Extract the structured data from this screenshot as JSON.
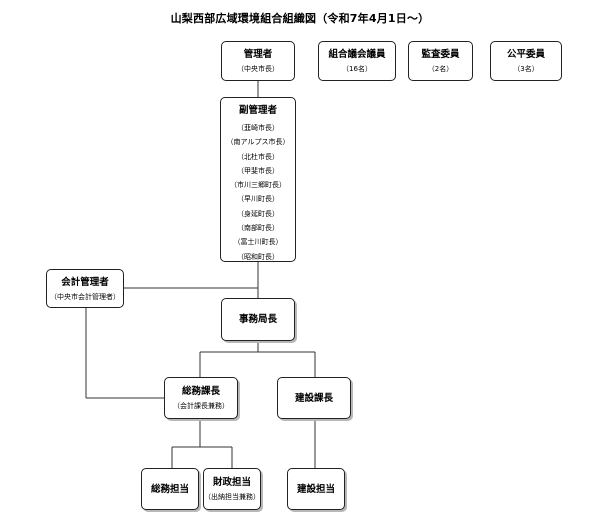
{
  "title": "山梨西部広域環境組合組織図（令和7年4月1日～）",
  "manager": {
    "label": "管理者",
    "sub": "（中央市長）"
  },
  "assembly": {
    "label": "組合議会議員",
    "sub": "（16名）"
  },
  "auditor": {
    "label": "監査委員",
    "sub": "（2名）"
  },
  "equity": {
    "label": "公平委員",
    "sub": "（3名）"
  },
  "deputy": {
    "label": "副管理者",
    "members": [
      "（韮崎市長）",
      "（南アルプス市長）",
      "（北杜市長）",
      "（甲斐市長）",
      "（市川三郷町長）",
      "（早川町長）",
      "（身延町長）",
      "（南部町長）",
      "（富士川町長）",
      "（昭和町長）"
    ]
  },
  "accounting": {
    "label": "会計管理者",
    "sub": "（中央市会計管理者）"
  },
  "director": {
    "label": "事務局長"
  },
  "general_affairs_chief": {
    "label": "総務課長",
    "sub": "（会計課長兼務）"
  },
  "construction_chief": {
    "label": "建設課長"
  },
  "general_affairs_staff": {
    "label": "総務担当"
  },
  "finance_staff": {
    "label": "財政担当",
    "sub": "（出納担当兼務）"
  },
  "construction_staff": {
    "label": "建設担当"
  }
}
